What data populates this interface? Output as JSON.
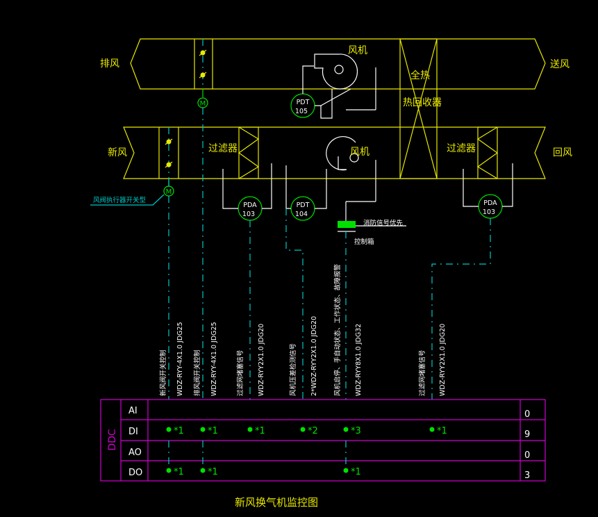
{
  "labels": {
    "exhaust": "排风",
    "supply": "送风",
    "fresh": "新风",
    "return": "回风",
    "fan_top": "风机",
    "fan_bottom": "风机",
    "hr_line1": "全热",
    "hr_line2": "热回收器",
    "filter_left": "过滤器",
    "filter_right": "过滤器",
    "damper_actuator": "风阀执行器开关型",
    "fire_signal": "消防信号优先",
    "control_box": "控制箱",
    "title": "新风换气机监控图"
  },
  "sensors": {
    "pdt_top": {
      "tag": "PDT",
      "num": "105"
    },
    "pdt_mid": {
      "tag": "PDT",
      "num": "104"
    },
    "pda_left": {
      "tag": "PDA",
      "num": "103"
    },
    "pda_right": {
      "tag": "PDA",
      "num": "103"
    },
    "motor_top": "M",
    "motor_bottom": "M"
  },
  "cables": [
    {
      "desc": "新风阀开关控制",
      "spec": "WDZ-RYY-4X1.0 JDG25"
    },
    {
      "desc": "排风阀开关控制",
      "spec": "WDZ-RYY-4X1.0 JDG25"
    },
    {
      "desc": "过滤网堵塞信号",
      "spec": "WDZ-RYY2X1.0 JDG20"
    },
    {
      "desc": "风机压差检测信号",
      "spec": "2*WDZ-RYY2X1.0 JDG20"
    },
    {
      "desc": "风机启停、手自动状态、工作状态、故障报警",
      "spec": "WDZ-RYY8X1.0 JDG32"
    },
    {
      "desc": "过滤网堵塞信号",
      "spec": "WDZ-RYY2X1.0 JDG20"
    }
  ],
  "ddc": {
    "label": "DDC",
    "rows": [
      {
        "name": "AI",
        "total": "0"
      },
      {
        "name": "DI",
        "total": "9"
      },
      {
        "name": "AO",
        "total": "0"
      },
      {
        "name": "DO",
        "total": "3"
      }
    ],
    "di_marks": [
      "*1",
      "*1",
      "*1",
      "*2",
      "*3",
      "*1"
    ],
    "do_marks": [
      "*1",
      "*1",
      "*1"
    ]
  }
}
